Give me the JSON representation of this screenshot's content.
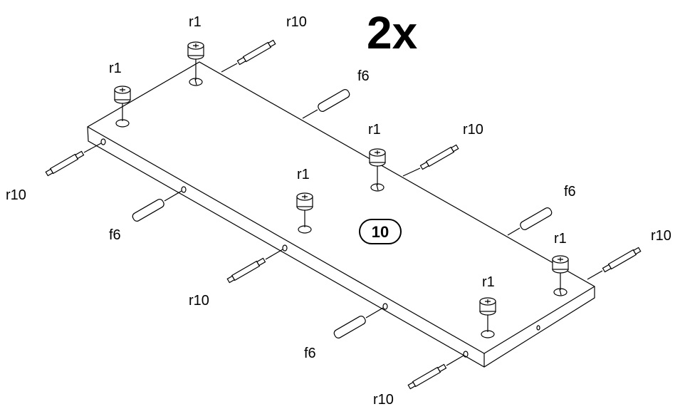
{
  "quantity": "2x",
  "part_number": "10",
  "labels": {
    "cam": "r1",
    "bolt": "r10",
    "dowel": "f6"
  },
  "colors": {
    "ink": "#000000",
    "paper": "#ffffff"
  },
  "icons": [
    "cam-lock-fitting-icon",
    "cam-bolt-icon",
    "wood-dowel-icon"
  ]
}
